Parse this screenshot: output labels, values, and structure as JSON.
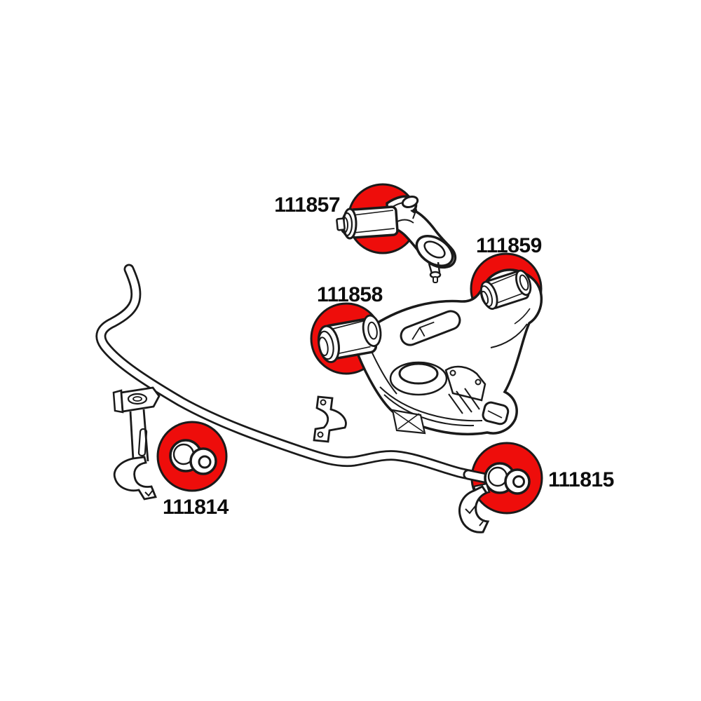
{
  "diagram": {
    "type": "suspension-parts-diagram",
    "highlight_color": "#ee0d0b",
    "line_color": "#1a1a1a",
    "label_color": "#0d0d0d",
    "background_color": "#ffffff",
    "parts": [
      {
        "label": "111857"
      },
      {
        "label": "111859"
      },
      {
        "label": "111858"
      },
      {
        "label": "111814"
      },
      {
        "label": "111815"
      }
    ]
  }
}
